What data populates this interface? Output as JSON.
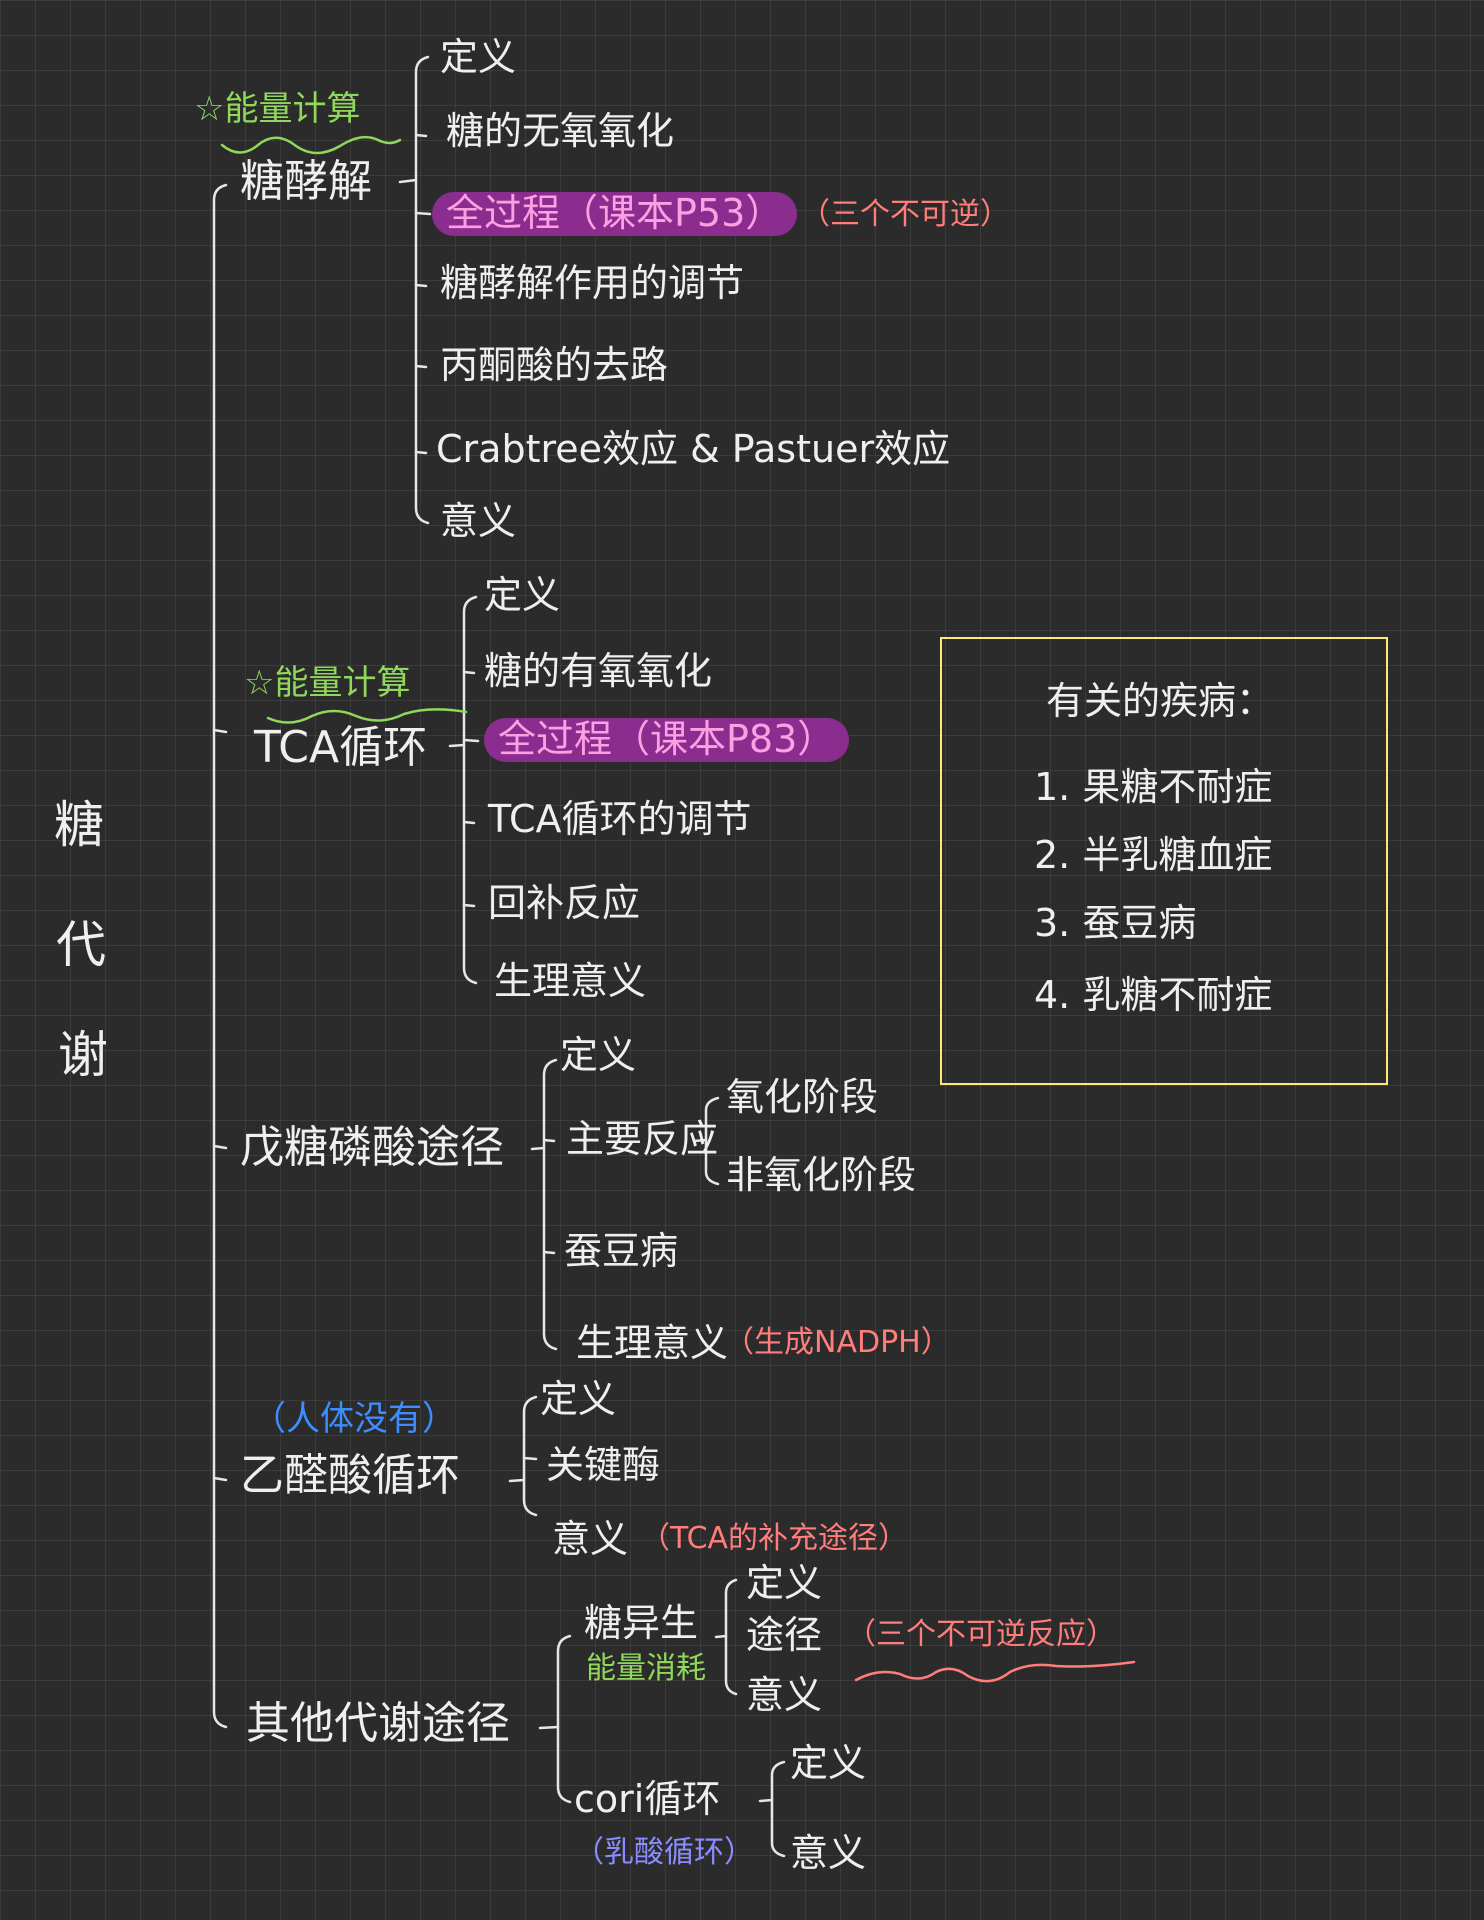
{
  "root": {
    "text": "糖代谢",
    "chars": [
      "糖",
      "代",
      "谢"
    ]
  },
  "branches": {
    "glycolysis": {
      "title": "糖酵解",
      "note": "☆能量计算",
      "items": [
        "定义",
        "糖的无氧氧化",
        "全过程（课本P53）",
        "糖酵解作用的调节",
        "丙酮酸的去路",
        "Crabtree效应 & Pastuer效应",
        "意义"
      ],
      "annotation": "（三个不可逆）"
    },
    "tca": {
      "title": "TCA循环",
      "note": "☆能量计算",
      "items": [
        "定义",
        "糖的有氧氧化",
        "全过程（课本P83）",
        "TCA循环的调节",
        "回补反应",
        "生理意义"
      ]
    },
    "ppp": {
      "title": "戊糖磷酸途径",
      "items": [
        "定义",
        "主要反应",
        "蚕豆病",
        "生理意义"
      ],
      "sub_items": [
        "氧化阶段",
        "非氧化阶段"
      ],
      "annotation": "（生成NADPH）"
    },
    "glyoxylate": {
      "title": "乙醛酸循环",
      "note": "（人体没有）",
      "items": [
        "定义",
        "关键酶",
        "意义"
      ],
      "annotation": "（TCA的补充途径）"
    },
    "other": {
      "title": "其他代谢途径",
      "gluconeogenesis": {
        "title": "糖异生",
        "note": "能量消耗",
        "items": [
          "定义",
          "途径",
          "意义"
        ],
        "annotation": "（三个不可逆反应）"
      },
      "cori": {
        "title": "cori循环",
        "note": "（乳酸循环）",
        "items": [
          "定义",
          "意义"
        ]
      }
    }
  },
  "disease_box": {
    "title": "有关的疾病：",
    "items": [
      "1. 果糖不耐症",
      "2. 半乳糖血症",
      "3. 蚕豆病",
      "4. 乳糖不耐症"
    ]
  },
  "colors": {
    "background": "#2b2b2b",
    "text": "#efefef",
    "green": "#8fd85a",
    "red": "#ff7d7a",
    "blue": "#3d8dff",
    "purple": "#8a8dff",
    "highlight": "#8a2d8f",
    "highlight_text": "#ff9fe3",
    "box": "#ffe877"
  }
}
